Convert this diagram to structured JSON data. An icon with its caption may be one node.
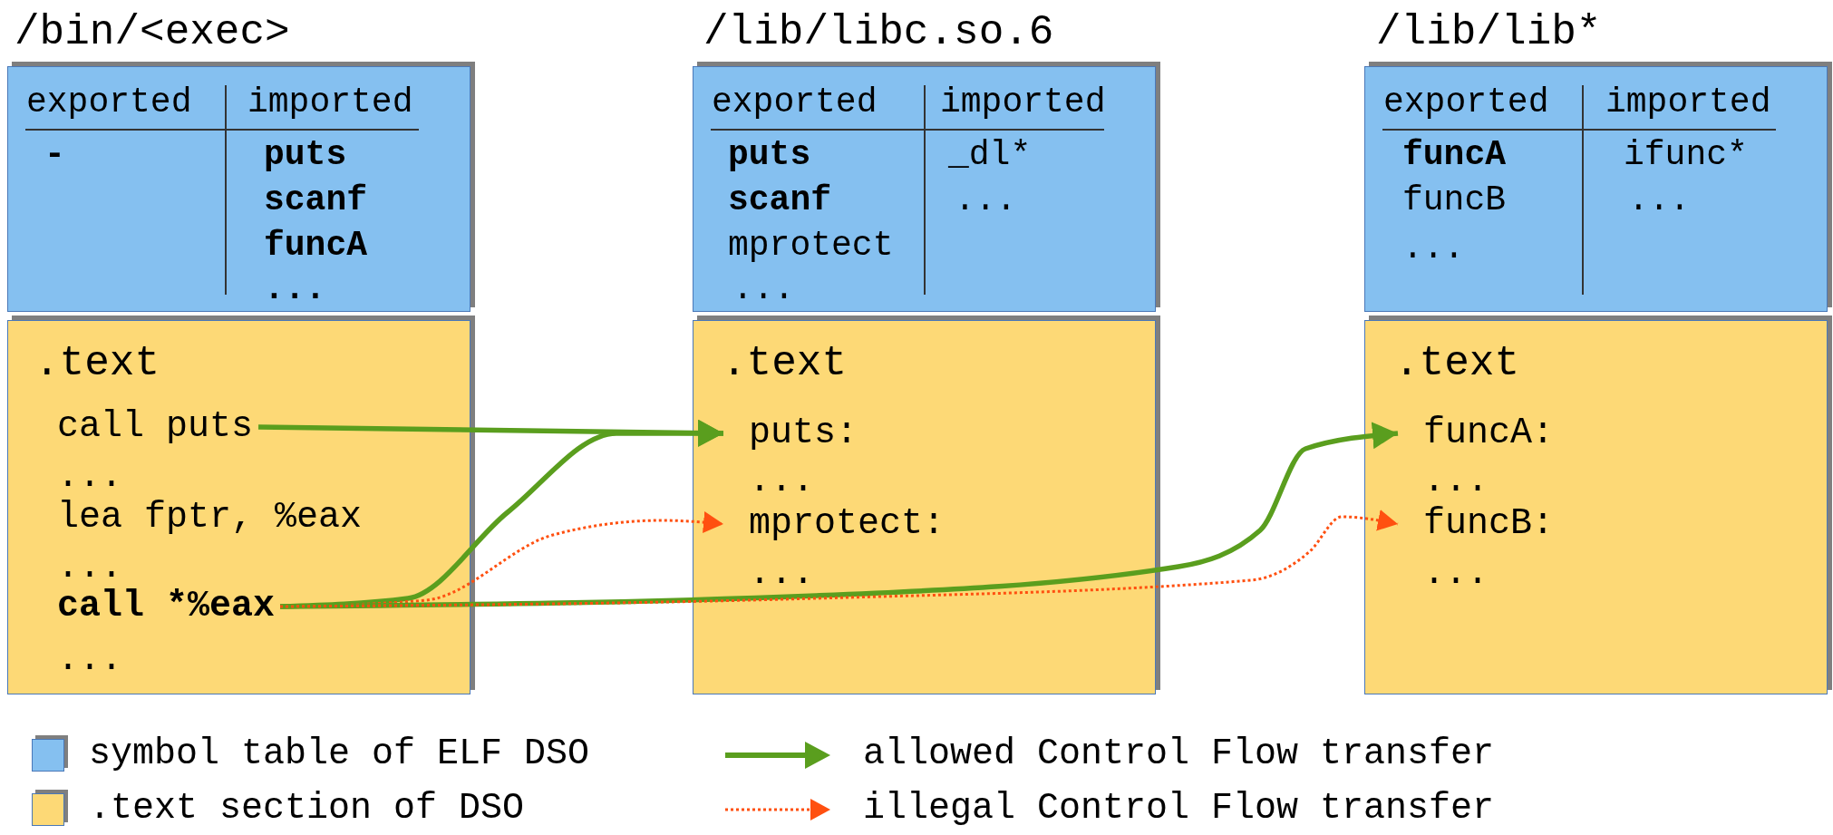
{
  "diagram": {
    "nodes": [
      {
        "text": [
          "/bin/<exec>",
          "exported",
          "imported",
          "-",
          "puts",
          "scanf",
          "funcA",
          "..."
        ]
      },
      {
        "text": [
          ".text",
          "...",
          "lea fptr, %eax",
          "...",
          "..."
        ]
      },
      {
        "text": [
          "call puts"
        ],
        "in": 1
      },
      {
        "text": [
          "call *%eax"
        ],
        "in": 1
      },
      {
        "text": [
          "/lib/libc.so.6",
          "exported",
          "imported",
          "puts",
          "_dl*",
          "scanf",
          "...",
          "mprotect",
          "..."
        ]
      },
      {
        "text": [
          ".text",
          "...",
          "..."
        ]
      },
      {
        "text": [
          "puts:"
        ],
        "in": 5
      },
      {
        "text": [
          "mprotect:"
        ],
        "in": 5
      },
      {
        "text": [
          "/lib/lib*",
          "exported",
          "imported",
          "funcA",
          "ifunc*",
          "funcB",
          "...",
          "..."
        ]
      },
      {
        "text": [
          ".text",
          "...",
          "..."
        ]
      },
      {
        "text": [
          "funcA:"
        ],
        "in": 9
      },
      {
        "text": [
          "funcB:"
        ],
        "in": 9
      }
    ],
    "edges": [
      {
        "from": 2,
        "to": 6,
        "arrow": "to"
      },
      {
        "from": 3,
        "to": 6,
        "arrow": "to"
      },
      {
        "from": 3,
        "to": 7,
        "arrow": "to",
        "style": "dashed",
        "color": "#ff5010"
      },
      {
        "from": 3,
        "to": 10,
        "arrow": "to"
      },
      {
        "from": 3,
        "to": 11,
        "arrow": "to",
        "style": "dashed",
        "color": "#ff5010"
      }
    ],
    "legend": [
      {
        "text": "symbol table of ELF DSO",
        "color": "#85c0f0"
      },
      {
        "text": ".text section of DSO",
        "color": "#fdd976"
      },
      {
        "text": "allowed Control Flow transfer"
      },
      {
        "text": "illegal Control Flow transfer"
      }
    ]
  }
}
